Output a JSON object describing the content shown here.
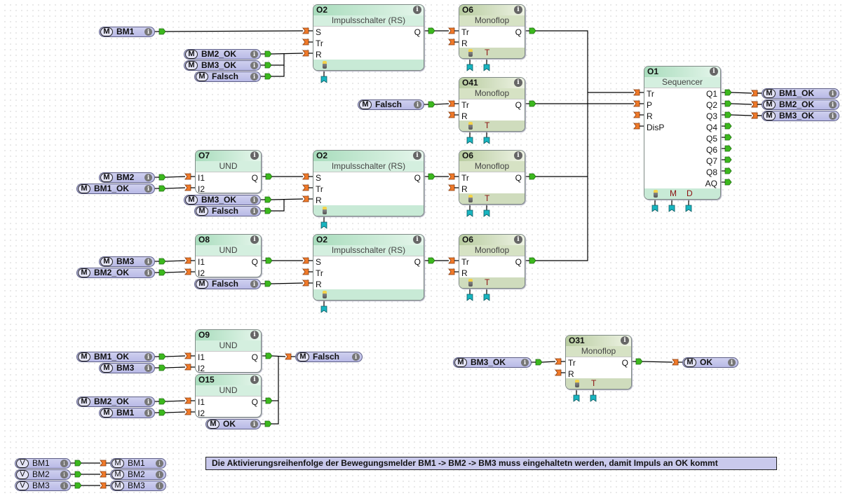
{
  "colors": {
    "wire": "#000000",
    "output_port": "#3cb81e",
    "input_port": "#f07a2a",
    "param_port": "#18b5c0",
    "marker_fill": "#c3c4ea",
    "block_green": "#c8ead6",
    "block_olive": "#cfdcbd",
    "param_letter": "#8b1010"
  },
  "blocks": {
    "rs1": {
      "id": "O2",
      "type": "Impulsschalter (RS)",
      "inputs": [
        "S",
        "Tr",
        "R"
      ],
      "outputs": [
        "Q"
      ]
    },
    "mf1": {
      "id": "O6",
      "type": "Monoflop",
      "inputs": [
        "Tr",
        "R"
      ],
      "outputs": [
        "Q"
      ],
      "params": [
        "T"
      ]
    },
    "mf41": {
      "id": "O41",
      "type": "Monoflop",
      "inputs": [
        "Tr",
        "R"
      ],
      "outputs": [
        "Q"
      ],
      "params": [
        "T"
      ]
    },
    "seq": {
      "id": "O1",
      "type": "Sequencer",
      "inputs": [
        "Tr",
        "P",
        "R",
        "DisP"
      ],
      "outputs": [
        "Q1",
        "Q2",
        "Q3",
        "Q4",
        "Q5",
        "Q6",
        "Q7",
        "Q8",
        "AQ"
      ],
      "params": [
        "M",
        "D"
      ]
    },
    "und7": {
      "id": "O7",
      "type": "UND",
      "inputs": [
        "I1",
        "I2"
      ],
      "outputs": [
        "Q"
      ]
    },
    "rs2": {
      "id": "O2",
      "type": "Impulsschalter (RS)",
      "inputs": [
        "S",
        "Tr",
        "R"
      ],
      "outputs": [
        "Q"
      ]
    },
    "mf2": {
      "id": "O6",
      "type": "Monoflop",
      "inputs": [
        "Tr",
        "R"
      ],
      "outputs": [
        "Q"
      ],
      "params": [
        "T"
      ]
    },
    "und8": {
      "id": "O8",
      "type": "UND",
      "inputs": [
        "I1",
        "I2"
      ],
      "outputs": [
        "Q"
      ]
    },
    "rs3": {
      "id": "O2",
      "type": "Impulsschalter (RS)",
      "inputs": [
        "S",
        "Tr",
        "R"
      ],
      "outputs": [
        "Q"
      ]
    },
    "mf3": {
      "id": "O6",
      "type": "Monoflop",
      "inputs": [
        "Tr",
        "R"
      ],
      "outputs": [
        "Q"
      ],
      "params": [
        "T"
      ]
    },
    "und9": {
      "id": "O9",
      "type": "UND",
      "inputs": [
        "I1",
        "I2"
      ],
      "outputs": [
        "Q"
      ]
    },
    "und15": {
      "id": "O15",
      "type": "UND",
      "inputs": [
        "I1",
        "I2"
      ],
      "outputs": [
        "Q"
      ]
    },
    "mf31": {
      "id": "O31",
      "type": "Monoflop",
      "inputs": [
        "Tr",
        "R"
      ],
      "outputs": [
        "Q"
      ],
      "params": [
        "T"
      ]
    }
  },
  "markers": {
    "m1": {
      "tag": "M",
      "name": "BM1"
    },
    "m2": {
      "tag": "M",
      "name": "BM2_OK"
    },
    "m3": {
      "tag": "M",
      "name": "BM3_OK"
    },
    "m4": {
      "tag": "M",
      "name": "Falsch"
    },
    "m5": {
      "tag": "M",
      "name": "Falsch"
    },
    "m6": {
      "tag": "M",
      "name": "BM1_OK"
    },
    "m7": {
      "tag": "M",
      "name": "BM2_OK"
    },
    "m8": {
      "tag": "M",
      "name": "BM3_OK"
    },
    "m9": {
      "tag": "M",
      "name": "BM2"
    },
    "m10": {
      "tag": "M",
      "name": "BM1_OK"
    },
    "m11": {
      "tag": "M",
      "name": "BM3_OK"
    },
    "m12": {
      "tag": "M",
      "name": "Falsch"
    },
    "m13": {
      "tag": "M",
      "name": "BM3"
    },
    "m14": {
      "tag": "M",
      "name": "BM2_OK"
    },
    "m15": {
      "tag": "M",
      "name": "Falsch"
    },
    "m16": {
      "tag": "M",
      "name": "BM1_OK"
    },
    "m17": {
      "tag": "M",
      "name": "BM3"
    },
    "m18": {
      "tag": "M",
      "name": "Falsch"
    },
    "m19": {
      "tag": "M",
      "name": "BM2_OK"
    },
    "m20": {
      "tag": "M",
      "name": "BM1"
    },
    "m21": {
      "tag": "M",
      "name": "OK"
    },
    "m22": {
      "tag": "M",
      "name": "BM3_OK"
    },
    "m23": {
      "tag": "M",
      "name": "OK"
    },
    "v1": {
      "tag": "V",
      "name": "BM1"
    },
    "v2": {
      "tag": "V",
      "name": "BM2"
    },
    "v3": {
      "tag": "V",
      "name": "BM3"
    },
    "m24": {
      "tag": "M",
      "name": "BM1"
    },
    "m25": {
      "tag": "M",
      "name": "BM2"
    },
    "m26": {
      "tag": "M",
      "name": "BM3"
    }
  },
  "note": "Die Aktivierungsreihenfolge der Bewegungsmelder BM1 -> BM2 -> BM3 muss eingehaltetn werden, damit Impuls an OK kommt",
  "icons": {
    "info": "i"
  }
}
